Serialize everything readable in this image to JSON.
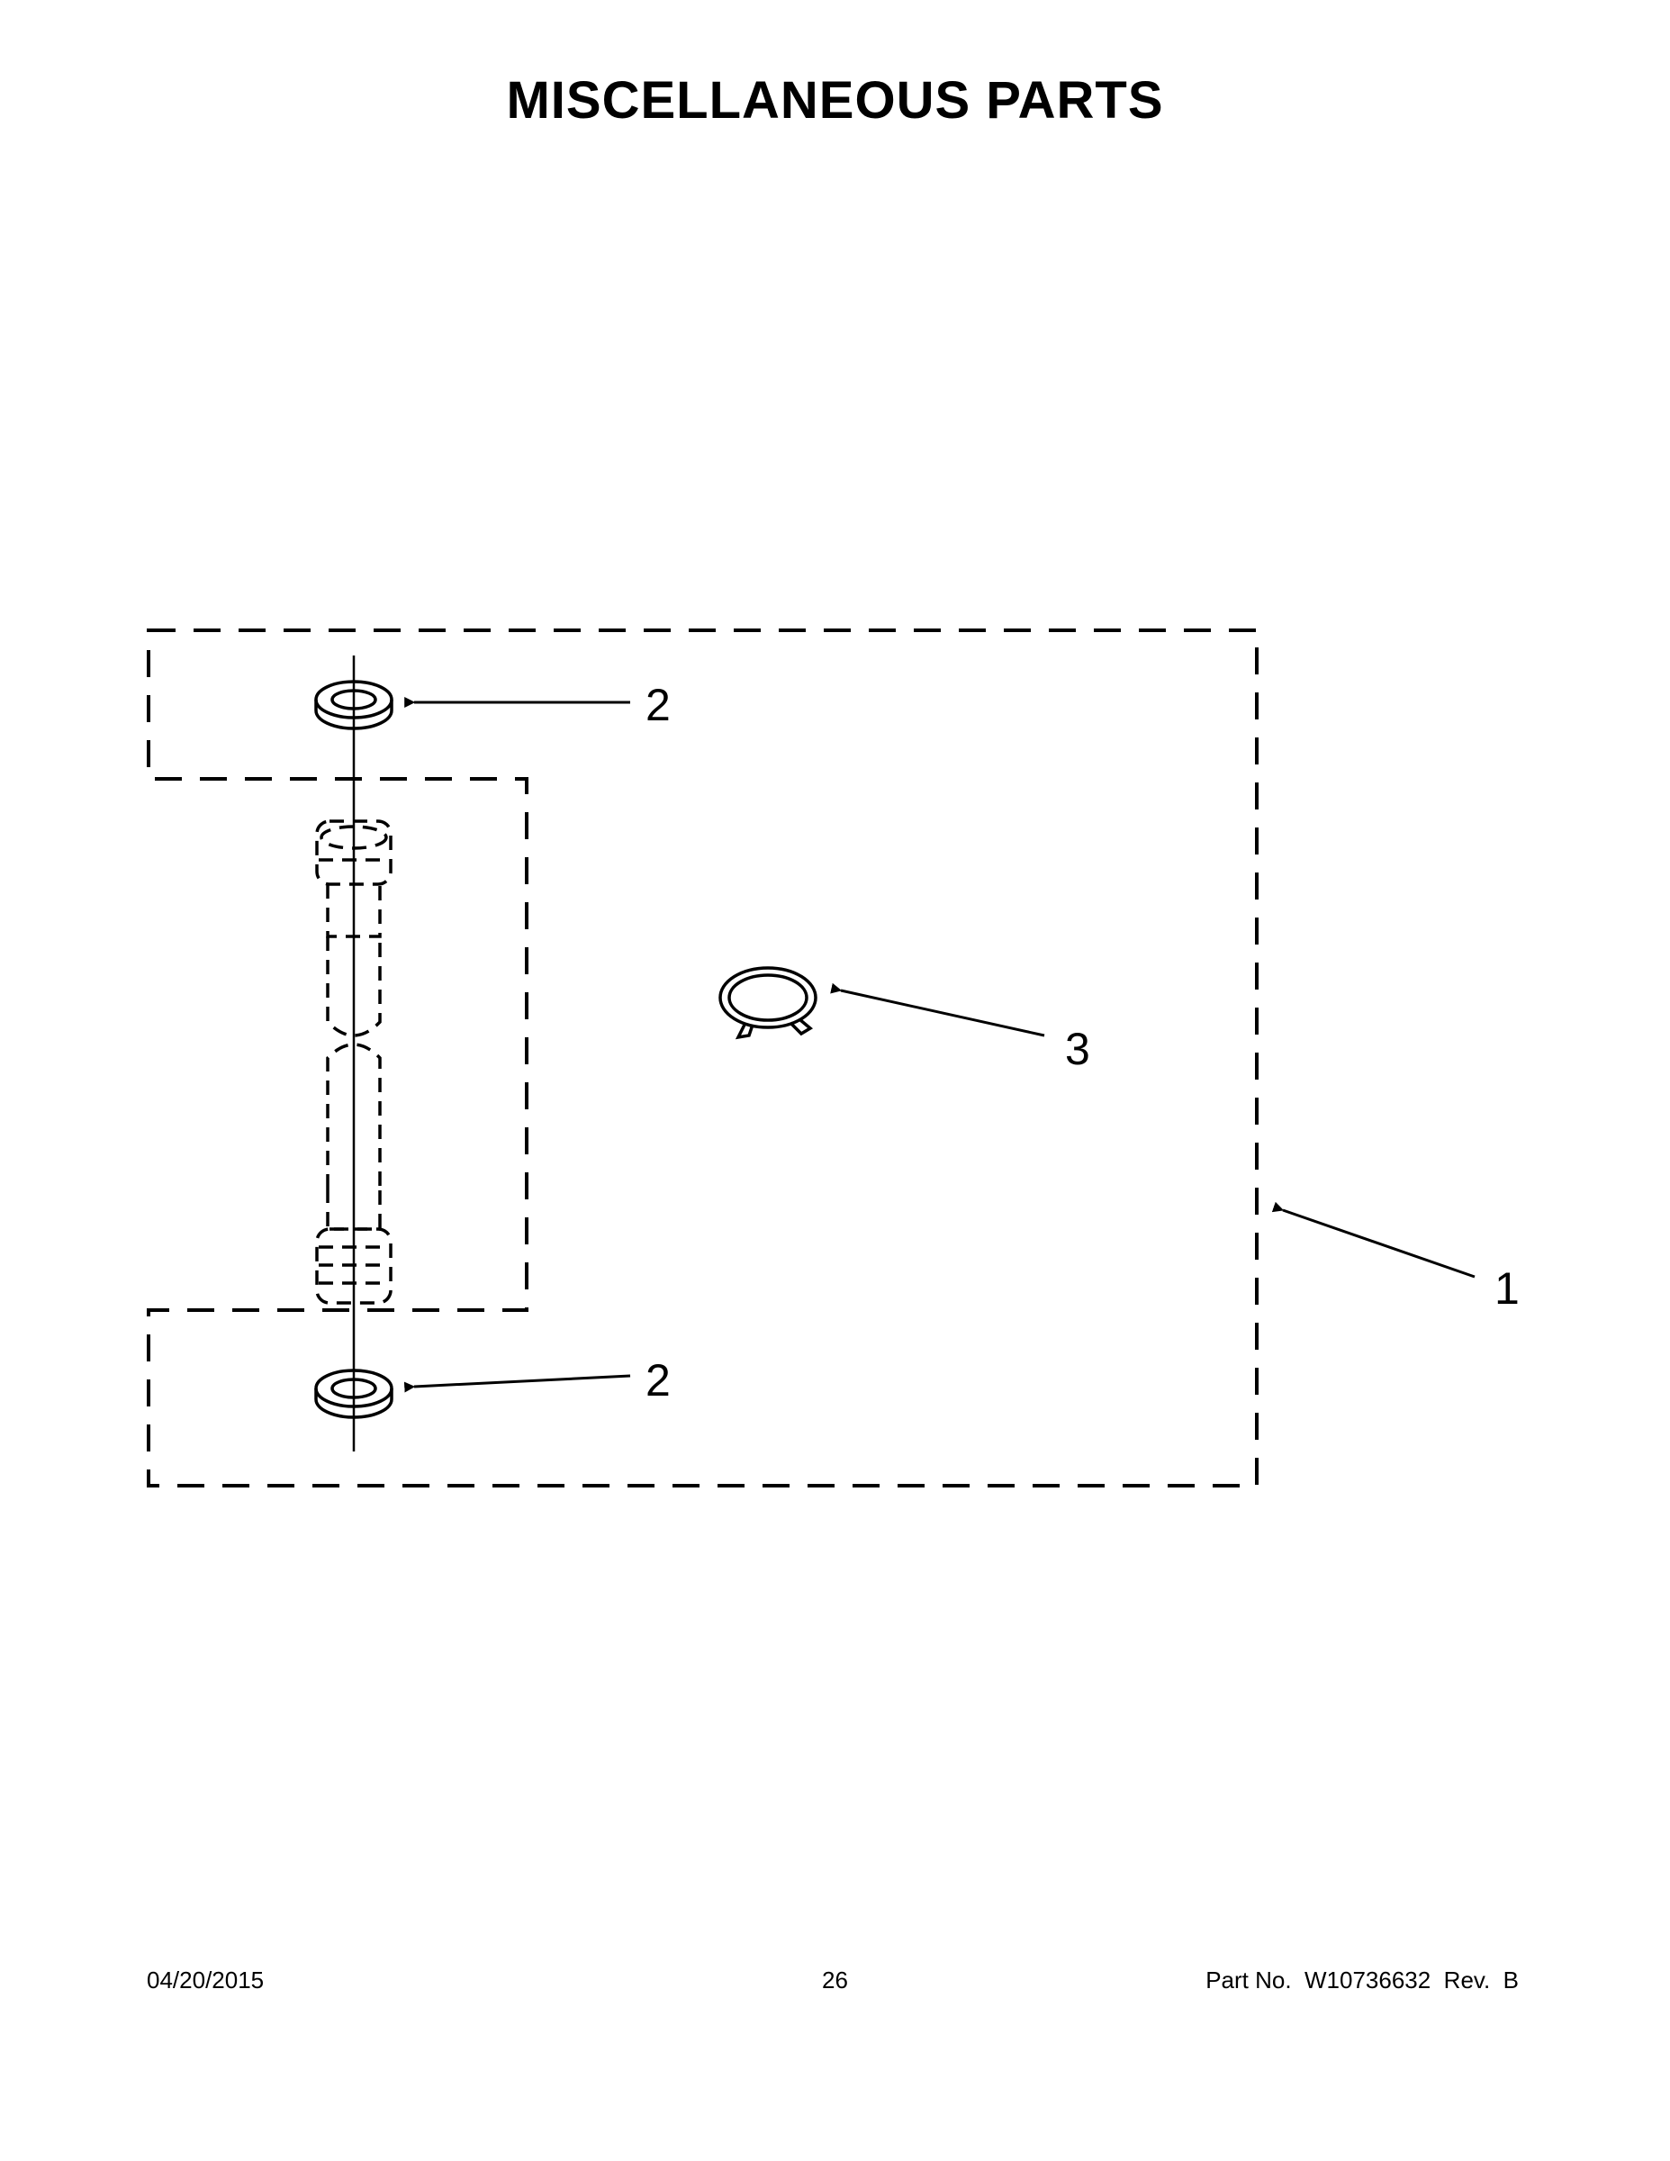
{
  "title": "MISCELLANEOUS PARTS",
  "callouts": {
    "water_inlet_hose_kit": "1",
    "washer_top": "2",
    "washer_bottom": "2",
    "hose_clamp": "3"
  },
  "footer": {
    "date": "04/20/2015",
    "page_number": "26",
    "part_number": "Part No.  W10736632  Rev.  B"
  }
}
